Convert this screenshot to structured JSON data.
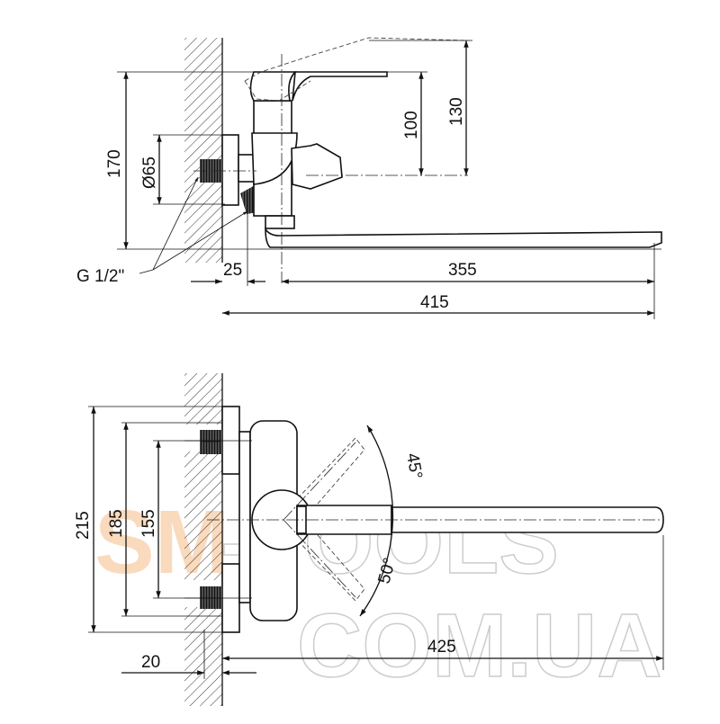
{
  "top_view": {
    "dims": {
      "d170": "170",
      "d65": "Ø65",
      "d100": "100",
      "d130": "130",
      "d25": "25",
      "d355": "355",
      "d415": "415"
    },
    "thread_label": "G 1/2\""
  },
  "front_view": {
    "dims": {
      "d215": "215",
      "d185": "185",
      "d155": "155",
      "d20": "20",
      "d425": "425",
      "a45": "45°",
      "a50": "50°"
    }
  },
  "watermark": {
    "line1_accent": "SM",
    "line1_rest": "-TOOLS",
    "line2": "COM.UA",
    "accent_color": "#f5b47a",
    "outline_color": "#c8c8c8"
  }
}
